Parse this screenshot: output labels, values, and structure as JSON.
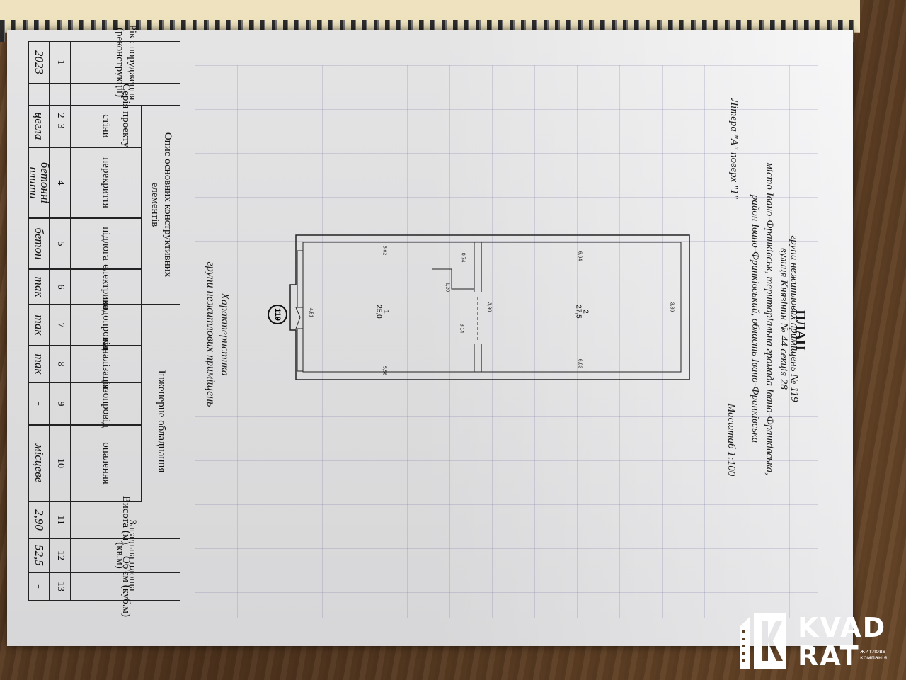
{
  "header": {
    "title": "ПЛАН",
    "line1": "групи нежитлових приміщень № 119",
    "line2": "вулиця Князінин № 44 секція 28",
    "line3": "місто Івано-Франківськ, територіальна громада Івано-Франківська,",
    "line4": "район Івано-Франківський, область Івано-Франківська",
    "litera": "Літера \"А\" поверх \"1\"",
    "scale": "Масштаб 1:100"
  },
  "char_title": {
    "line1": "Характеристика",
    "line2": "групи нежитлових приміщень"
  },
  "table": {
    "group_constr": "Опис основних конструктивних елементів",
    "group_eng": "Інженерне обладнання",
    "columns": [
      {
        "header": "Рік спорудження (реконструкції)",
        "index": "1",
        "value": "2023"
      },
      {
        "header": "Серія проекту",
        "index": "2",
        "value": "-"
      },
      {
        "header": "стіни",
        "index": "3",
        "value": "цегла"
      },
      {
        "header": "перекриття",
        "index": "4",
        "value": "бетонні плити"
      },
      {
        "header": "підлога",
        "index": "5",
        "value": "бетон"
      },
      {
        "header": "електрика",
        "index": "6",
        "value": "так"
      },
      {
        "header": "водопровід",
        "index": "7",
        "value": "так"
      },
      {
        "header": "каналізація",
        "index": "8",
        "value": "так"
      },
      {
        "header": "газопровід",
        "index": "9",
        "value": "-"
      },
      {
        "header": "опалення",
        "index": "10",
        "value": "місцеве"
      },
      {
        "header": "Висота (м)",
        "index": "11",
        "value": "2,90"
      },
      {
        "header": "Загальна площа (кв.м)",
        "index": "12",
        "value": "52,5"
      },
      {
        "header": "Об'єм (куб.м)",
        "index": "13",
        "value": "-"
      }
    ]
  },
  "plan": {
    "unit_number": "119",
    "rooms": [
      {
        "number": "1",
        "area": "25,0"
      },
      {
        "number": "2",
        "area": "27,5"
      }
    ],
    "dims": [
      "5,62",
      "0,74",
      "6,94",
      "1,20",
      "3,90",
      "3,89",
      "4,51",
      "3,14",
      "5,58",
      "6,93"
    ]
  },
  "logo": {
    "word1": "KVAD",
    "word2": "RAT",
    "tag1": "житлова",
    "tag2": "компанія"
  }
}
